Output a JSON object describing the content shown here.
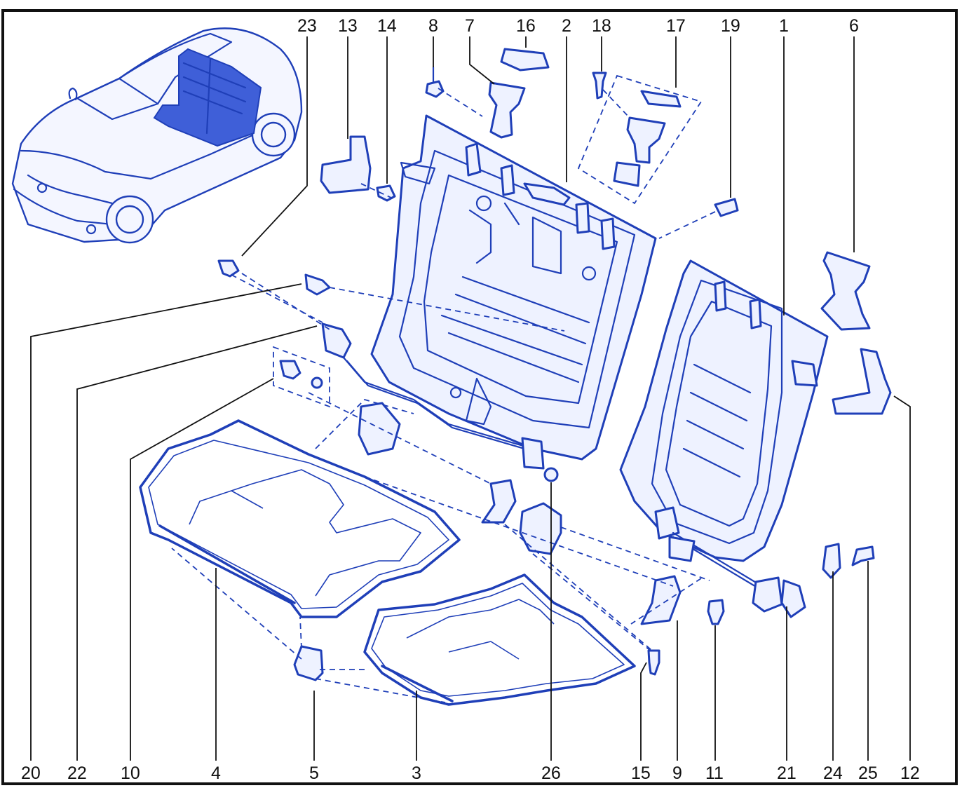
{
  "colors": {
    "line": "#1f3fb8",
    "text": "#111111",
    "background": "#ffffff",
    "highlight": "#3f5fd8"
  },
  "callouts": {
    "c1": "1",
    "c2": "2",
    "c3": "3",
    "c4": "4",
    "c5": "5",
    "c6": "6",
    "c7": "7",
    "c8": "8",
    "c9": "9",
    "c10": "10",
    "c11": "11",
    "c12": "12",
    "c13": "13",
    "c14": "14",
    "c15": "15",
    "c16": "16",
    "c17": "17",
    "c18": "18",
    "c19": "19",
    "c20": "20",
    "c21": "21",
    "c22": "22",
    "c23": "23",
    "c24": "24",
    "c25": "25",
    "c26": "26"
  }
}
